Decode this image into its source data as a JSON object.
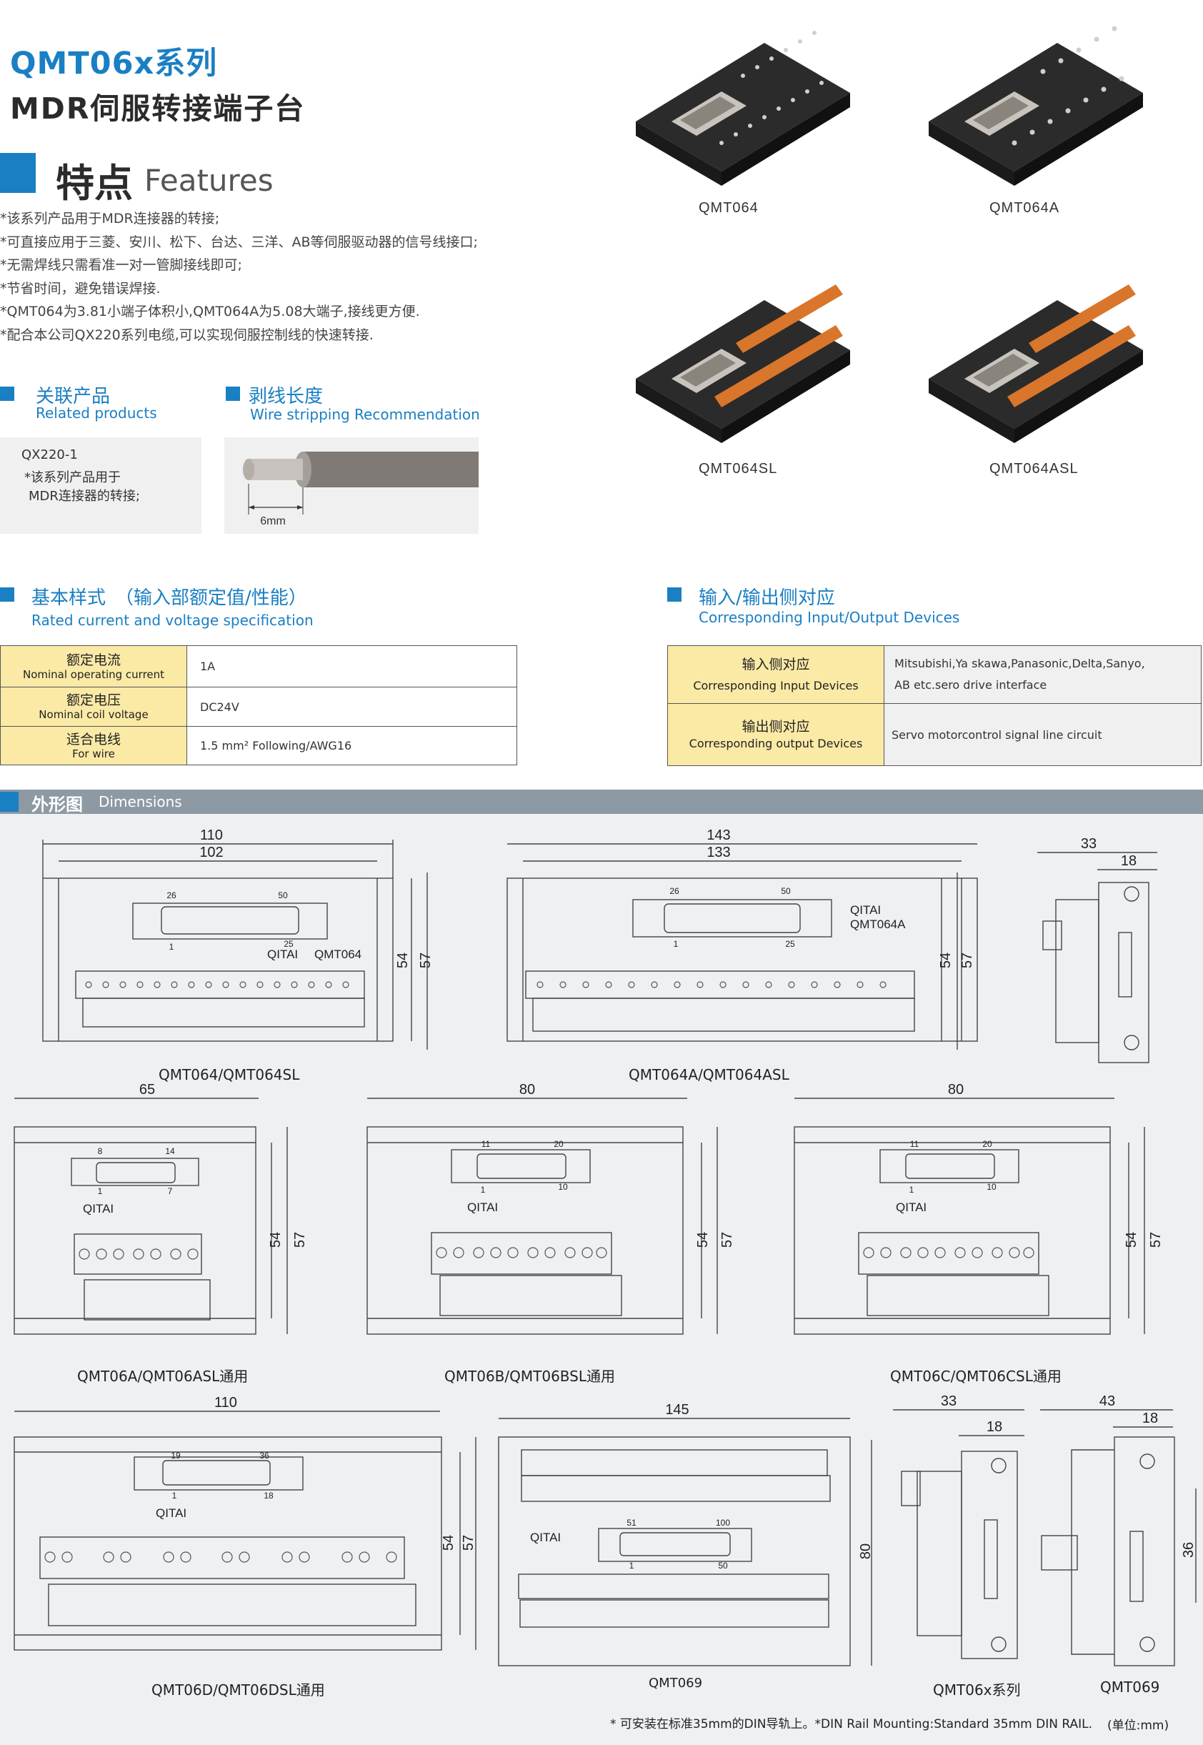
{
  "header": {
    "series": "QMT06x系列",
    "subtitle": "MDR伺服转接端子台"
  },
  "features": {
    "title_cn": "特点",
    "title_en": "Features",
    "items": [
      "*该系列产品用于MDR连接器的转接;",
      "*可直接应用于三菱、安川、松下、台达、三洋、AB等伺服驱动器的信号线接口;",
      "*无需焊线只需看准一对一管脚接线即可;",
      "*节省时间，避免错误焊接.",
      "*QMT064为3.81小端子体积小,QMT064A为5.08大端子,接线更方便.",
      "*配合本公司QX220系列电缆,可以实现伺服控制线的快速转接."
    ]
  },
  "related": {
    "title_cn": "关联产品",
    "title_en": "Related products",
    "model": "QX220-1",
    "desc1": "*该系列产品用于",
    "desc2": "MDR连接器的转接;"
  },
  "stripping": {
    "title_cn": "剥线长度",
    "title_en": "Wire stripping Recommendation",
    "length": "6mm"
  },
  "products": [
    "QMT064",
    "QMT064A",
    "QMT064SL",
    "QMT064ASL"
  ],
  "spec": {
    "title_cn": "基本样式　（输入部额定值/性能）",
    "title_en": "Rated current and voltage specification",
    "rows": [
      {
        "cn": "额定电流",
        "en": "Nominal operating current",
        "value": "1A"
      },
      {
        "cn": "额定电压",
        "en": "Nominal coil voltage",
        "value": "DC24V"
      },
      {
        "cn": "适合电线",
        "en": "For wire",
        "value": "1.5 mm² Following/AWG16"
      }
    ]
  },
  "io": {
    "title_cn": "输入/输出侧对应",
    "title_en": "Corresponding Input/Output Devices",
    "rows": [
      {
        "cn": "输入侧对应",
        "en": "Corresponding Input Devices",
        "value1": "Mitsubishi,Ya skawa,Panasonic,Delta,Sanyo,",
        "value2": "AB etc.sero drive interface"
      },
      {
        "cn": "输出侧对应",
        "en": "Corresponding output Devices",
        "value1": "Servo motorcontrol signal line circuit",
        "value2": ""
      }
    ]
  },
  "dimensions": {
    "title_cn": "外形图",
    "title_en": "Dimensions",
    "brand": "QITAI",
    "d1": {
      "w_outer": "110",
      "w_inner": "102",
      "h1": "54",
      "h2": "57",
      "model": "QMT064",
      "pin_a": "26",
      "pin_b": "50",
      "pin_c": "1",
      "pin_d": "25",
      "label": "QMT064/QMT064SL"
    },
    "d2": {
      "w_outer": "143",
      "w_inner": "133",
      "h1": "54",
      "h2": "57",
      "model": "QMT064A",
      "pin_a": "26",
      "pin_b": "50",
      "pin_c": "1",
      "pin_d": "25",
      "label": "QMT064A/QMT064ASL"
    },
    "d3": {
      "w1": "33",
      "w2": "18"
    },
    "d4": {
      "w": "65",
      "h1": "54",
      "h2": "57",
      "pin_a": "8",
      "pin_b": "14",
      "pin_c": "1",
      "pin_d": "7",
      "label": "QMT06A/QMT06ASL通用"
    },
    "d5": {
      "w": "80",
      "h1": "54",
      "h2": "57",
      "pin_a": "11",
      "pin_b": "20",
      "pin_c": "1",
      "pin_d": "10",
      "label": "QMT06B/QMT06BSL通用"
    },
    "d6": {
      "w": "80",
      "h1": "54",
      "h2": "57",
      "pin_a": "11",
      "pin_b": "20",
      "pin_c": "1",
      "pin_d": "10",
      "label": "QMT06C/QMT06CSL通用"
    },
    "d7": {
      "w": "110",
      "h1": "54",
      "h2": "57",
      "pin_a": "19",
      "pin_b": "36",
      "pin_c": "1",
      "pin_d": "18",
      "label": "QMT06D/QMT06DSL通用"
    },
    "d8": {
      "w": "145",
      "h": "80",
      "pin_a": "51",
      "pin_b": "100",
      "pin_c": "1",
      "pin_d": "50",
      "label": "QMT069"
    },
    "d9": {
      "w1": "33",
      "w2": "18",
      "label": "QMT06x系列"
    },
    "d10": {
      "w1": "43",
      "w2": "18",
      "h": "36",
      "label": "QMT069"
    },
    "note": "* 可安装在标准35mm的DIN导轨上。*DIN Rail Mounting:Standard 35mm DIN RAIL.",
    "unit": "(单位:mm)"
  }
}
